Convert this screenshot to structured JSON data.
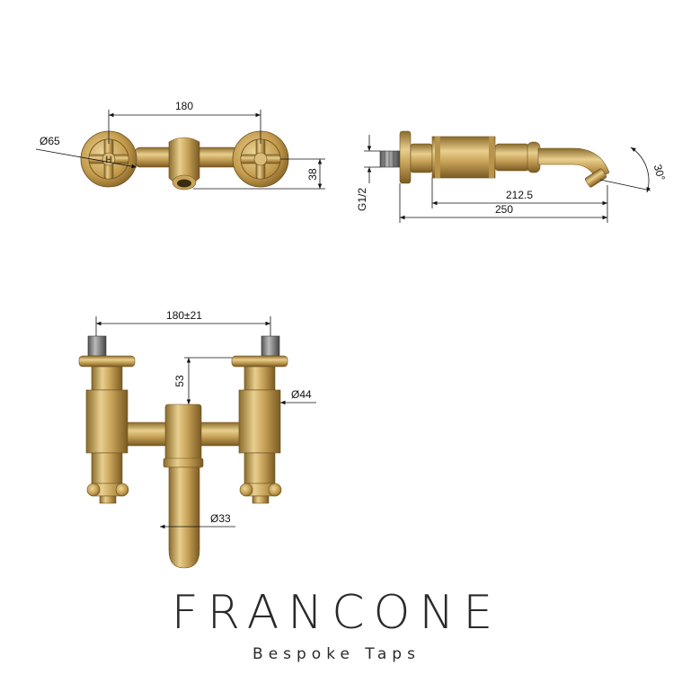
{
  "views": {
    "front": {
      "dim_width": "180",
      "dim_diameter": "Ø65",
      "dim_height": "38"
    },
    "side": {
      "dim_thread": "G1/2",
      "dim_length_a": "212.5",
      "dim_length_b": "250",
      "dim_angle": "30°"
    },
    "rear": {
      "dim_width": "180±21",
      "dim_height": "53",
      "dim_body_diameter": "Ø44",
      "dim_spout_diameter": "Ø33"
    }
  },
  "brand": {
    "name": "FRANCONE",
    "tagline": "Bespoke Taps"
  },
  "colors": {
    "brass": "#c9a45a",
    "brass_dark": "#8a6a2a",
    "brass_light": "#e8cf8f",
    "line": "#111111"
  }
}
